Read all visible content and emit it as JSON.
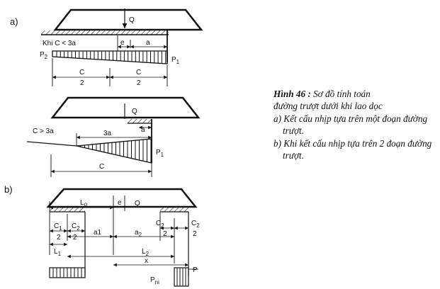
{
  "figure": {
    "panel_a_label": "a)",
    "panel_b_label": "b)",
    "top": {
      "load": "Q",
      "condition": "Khi C < 3a",
      "e": "e",
      "a": "a",
      "p2": "P",
      "p2_sub": "2",
      "p1": "P",
      "p1_sub": "1",
      "c_half_left_num": "C",
      "c_half_left_den": "2",
      "c_half_right_num": "C",
      "c_half_right_den": "2"
    },
    "middle": {
      "load": "Q",
      "condition": "C > 3a",
      "a": "a",
      "three_a": "3a",
      "p1": "P",
      "p1_sub": "1",
      "c": "C"
    },
    "bottom": {
      "load": "Q",
      "lo": "L",
      "lo_sub": "o",
      "e": "e",
      "c1": "C",
      "c1_sub": "1",
      "c1_den": "2",
      "c2_left": "C",
      "c2_left_sub": "2",
      "c2_left_den": "2",
      "a1": "a1",
      "a2": "a",
      "a2_sub": "2",
      "c2_mid": "C",
      "c2_mid_sub": "2",
      "c2_mid_den": "2",
      "c2_right": "C",
      "c2_right_sub": "2",
      "c2_right_den": "2",
      "l1": "L",
      "l1_sub": "1",
      "l2": "L",
      "l2_sub": "2",
      "x": "x",
      "pni": "P",
      "pni_sub": "ni",
      "p": "P"
    }
  },
  "caption": {
    "title": "Hình 46 :",
    "line1": "Sơ đồ tính toán",
    "line2": "đường trượt dưới khi lao dọc",
    "item_a_tag": "a)",
    "item_a": "Kết cấu nhịp tựa trên một đoạn đường trượt.",
    "item_b_tag": "b)",
    "item_b": "Khi kết cấu nhịp tựa trên 2 đoạn đường trượt."
  }
}
